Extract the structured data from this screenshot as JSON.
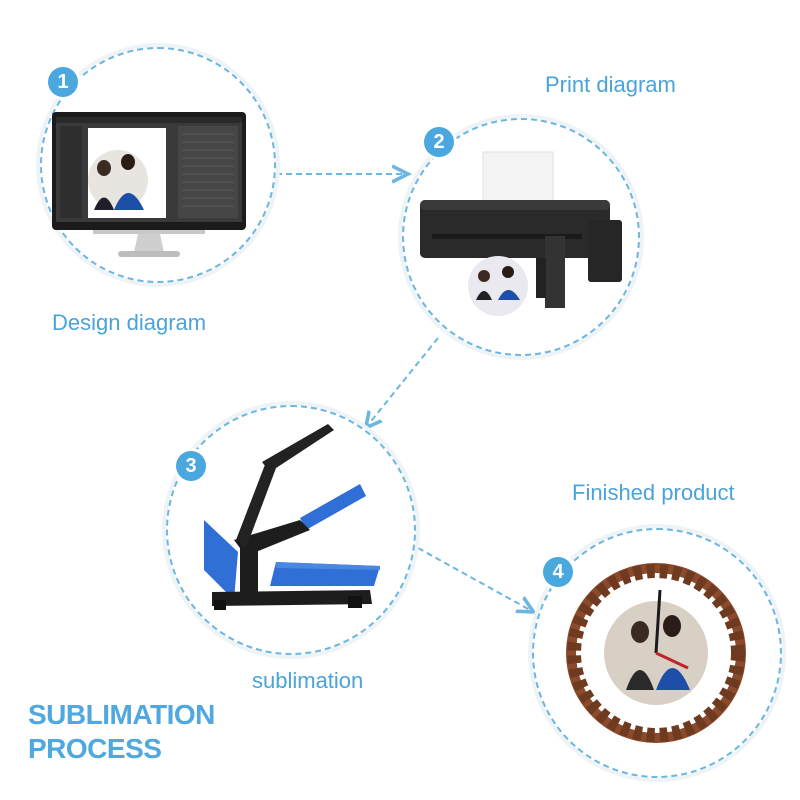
{
  "title": {
    "line1": "SUBLIMATION",
    "line2": "PROCESS"
  },
  "steps": [
    {
      "number": "1",
      "label": "Design diagram"
    },
    {
      "number": "2",
      "label": "Print diagram"
    },
    {
      "number": "3",
      "label": "sublimation"
    },
    {
      "number": "4",
      "label": "Finished product"
    }
  ],
  "colors": {
    "accent": "#4ba8de",
    "dash": "#6cb6e0",
    "press_blue": "#2f6fd6",
    "wood": "#8b4a2b"
  }
}
